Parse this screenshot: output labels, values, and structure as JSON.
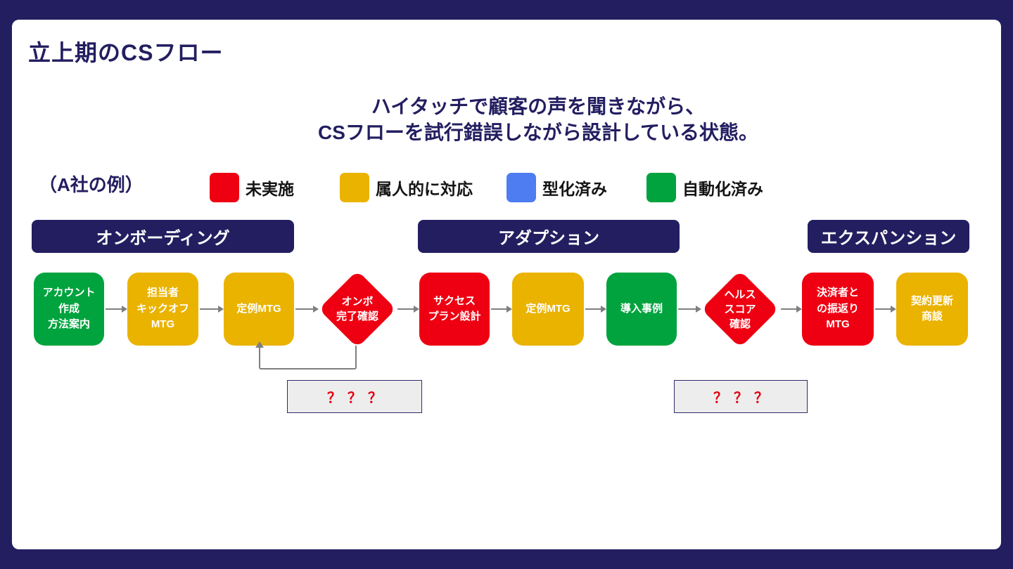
{
  "slide": {
    "title": "立上期のCSフロー",
    "subtitle": [
      "ハイタッチで顧客の声を聞きながら、",
      "CSフローを試行錯誤しながら設計している状態。"
    ],
    "example_label": "（A社の例）"
  },
  "colors": {
    "navy": "#231E60",
    "red": "#EE0012",
    "yellow": "#EAB300",
    "green": "#00A33E",
    "blue": "#4E7DF2",
    "arrow_gray": "#7F7F7F",
    "placeholder_bg": "#EDEDED",
    "placeholder_text": "#E3000F"
  },
  "legend": {
    "items": [
      {
        "label": "未実施",
        "color": "#EE0012"
      },
      {
        "label": "属人的に対応",
        "color": "#EAB300"
      },
      {
        "label": "型化済み",
        "color": "#4E7DF2"
      },
      {
        "label": "自動化済み",
        "color": "#00A33E"
      }
    ]
  },
  "phases": [
    {
      "label": "オンボーディング"
    },
    {
      "label": "アダプション"
    },
    {
      "label": "エクスパンション"
    }
  ],
  "flow": {
    "nodes": [
      {
        "label": "アカウント\n作成\n方法案内",
        "shape": "rect",
        "color": "#00A33E"
      },
      {
        "label": "担当者\nキックオフ\nMTG",
        "shape": "rect",
        "color": "#EAB300"
      },
      {
        "label": "定例MTG",
        "shape": "rect",
        "color": "#EAB300"
      },
      {
        "label": "オンボ\n完了確認",
        "shape": "diamond",
        "color": "#EE0012"
      },
      {
        "label": "サクセス\nプラン設計",
        "shape": "rect",
        "color": "#EE0012"
      },
      {
        "label": "定例MTG",
        "shape": "rect",
        "color": "#EAB300"
      },
      {
        "label": "導入事例",
        "shape": "rect",
        "color": "#00A33E"
      },
      {
        "label": "ヘルス\nスコア\n確認",
        "shape": "diamond",
        "color": "#EE0012"
      },
      {
        "label": "決済者と\nの振返り\nMTG",
        "shape": "rect",
        "color": "#EE0012"
      },
      {
        "label": "契約更新\n商談",
        "shape": "rect",
        "color": "#EAB300"
      }
    ]
  },
  "placeholders": [
    {
      "label": "？？？"
    },
    {
      "label": "？？？"
    }
  ]
}
